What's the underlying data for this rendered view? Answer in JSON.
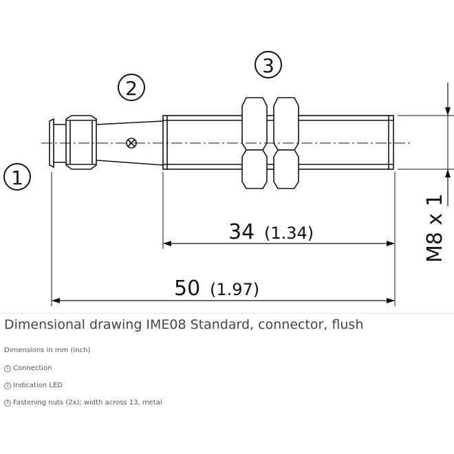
{
  "drawing": {
    "callouts": [
      "1",
      "2",
      "3"
    ],
    "dim_34": {
      "value": "34",
      "inch": "(1.34)"
    },
    "dim_50": {
      "value": "50",
      "inch": "(1.97)"
    },
    "thread": "M8 x 1"
  },
  "caption": "Dimensional drawing IME08 Standard, connector, flush",
  "notes": {
    "units": "Dimensions in mm (inch)",
    "items": [
      {
        "num": "1",
        "text": "Connection"
      },
      {
        "num": "2",
        "text": "Indication LED"
      },
      {
        "num": "3",
        "text": "Fastening nuts (2x); width across 13, metal"
      }
    ]
  }
}
